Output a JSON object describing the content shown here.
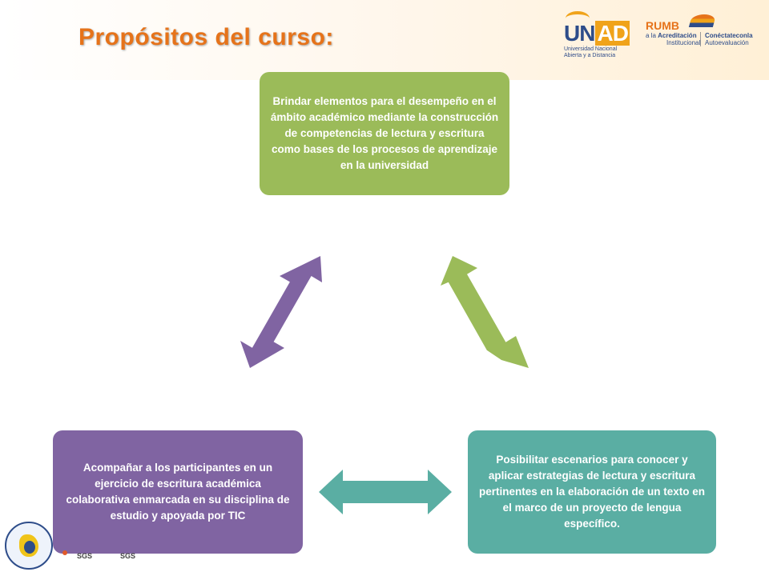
{
  "header": {
    "title": "Propósitos del curso:"
  },
  "logos": {
    "unad_word_u": "U",
    "unad_word_n": "N",
    "unad_word_ad": "AD",
    "unad_sub_1": "Universidad Nacional",
    "unad_sub_2": "Abierta y a Distancia",
    "rumbo_word": "RUMB",
    "rumbo_line_1_a": "a la ",
    "rumbo_line_1_b": "Acreditación",
    "rumbo_line_2": "Institucional",
    "conectate_1": "Conéctateconla",
    "conectate_2": "Autoevaluación",
    "sgs_1": "SGS",
    "sgs_2": "SGS"
  },
  "diagram": {
    "top_box": "Brindar elementos para el desempeño en el ámbito académico mediante la construcción de competencias de lectura y escritura como bases de los procesos de aprendizaje en la universidad",
    "right_box": "Posibilitar escenarios para conocer y aplicar estrategias de lectura y escritura pertinentes en la elaboración de un texto en el marco de un proyecto de lengua específico.",
    "left_box": "Acompañar a los participantes en un ejercicio de escritura académica colaborativa enmarcada en su disciplina de estudio y  apoyada por TIC"
  },
  "colors": {
    "title": "#e6731a",
    "top_box": "#9bbb59",
    "left_box": "#8064a2",
    "right_box": "#5aaea3",
    "arrow_green": "#9bbb59",
    "arrow_purple": "#8064a2",
    "arrow_teal": "#5aaea3"
  }
}
